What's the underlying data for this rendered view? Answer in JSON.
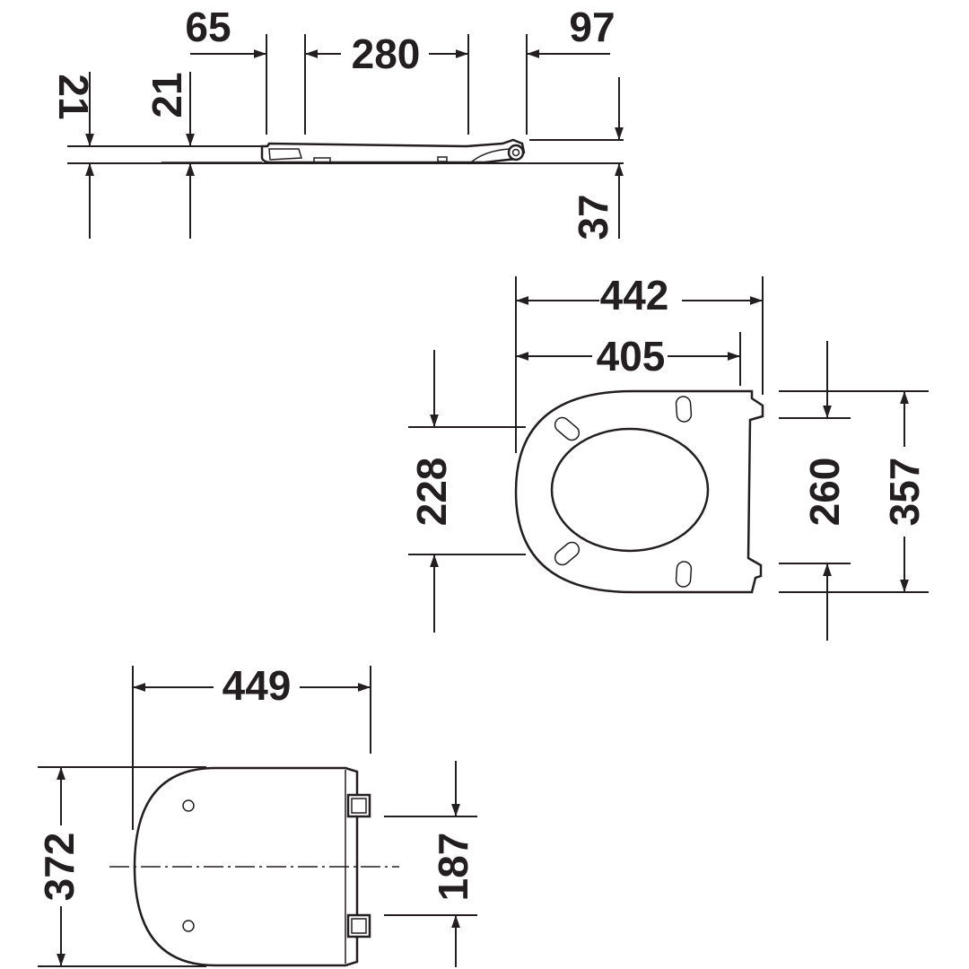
{
  "drawing": {
    "views": {
      "side_view": {
        "dimensions": {
          "left_rotated": "21",
          "height": "21",
          "front_offset": "65",
          "length": "280",
          "rear": "97",
          "hinge_height": "37"
        }
      },
      "seat_open_view": {
        "dimensions": {
          "outer_width": "442",
          "inner_width": "405",
          "opening_width": "228",
          "hinge_span": "260",
          "total_depth": "357"
        }
      },
      "seat_closed_view": {
        "dimensions": {
          "width": "449",
          "depth": "372",
          "hinge_distance": "187"
        }
      }
    },
    "line_color": "#231f20",
    "background": "#ffffff"
  }
}
